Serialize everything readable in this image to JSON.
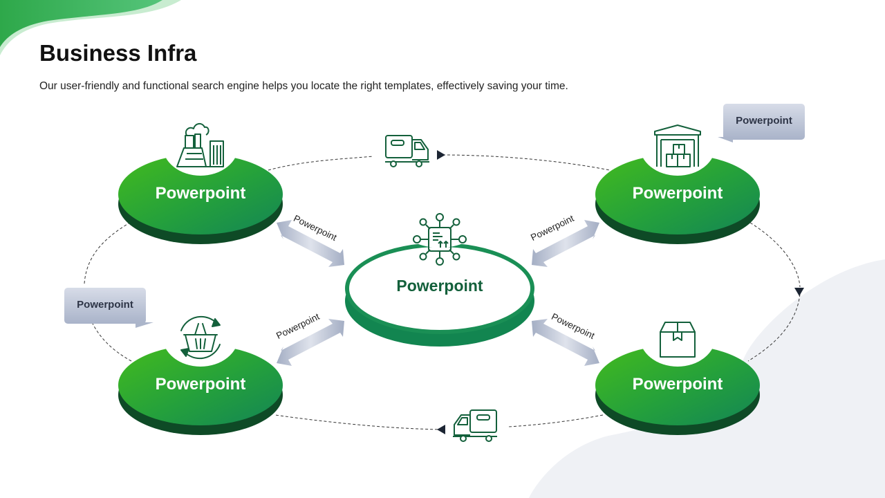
{
  "header": {
    "title": "Business Infra",
    "subtitle": "Our user-friendly and functional search engine helps you locate the right templates, effectively saving your time."
  },
  "nodes": {
    "top_left": "Powerpoint",
    "top_right": "Powerpoint",
    "bottom_left": "Powerpoint",
    "bottom_right": "Powerpoint",
    "center": "Powerpoint"
  },
  "arrows": {
    "top_left": "Powerpoint",
    "top_right": "Powerpoint",
    "bottom_left": "Powerpoint",
    "bottom_right": "Powerpoint"
  },
  "callouts": {
    "top_right": "Powerpoint",
    "left": "Powerpoint"
  },
  "icons": {
    "top_left": "factory-icon",
    "top_right": "warehouse-icon",
    "bottom_left": "shopping-basket-icon",
    "bottom_right": "package-box-icon",
    "center": "network-hub-icon",
    "top_connector": "delivery-truck-icon",
    "bottom_connector": "delivery-truck-icon"
  },
  "colors": {
    "green_light": "#3db624",
    "green_dark": "#168a52",
    "green_shadow": "#0e4a26",
    "icon_stroke": "#13603b",
    "arrow_gray": "#a4aec4",
    "callout_gray": "#b4bdd0"
  }
}
